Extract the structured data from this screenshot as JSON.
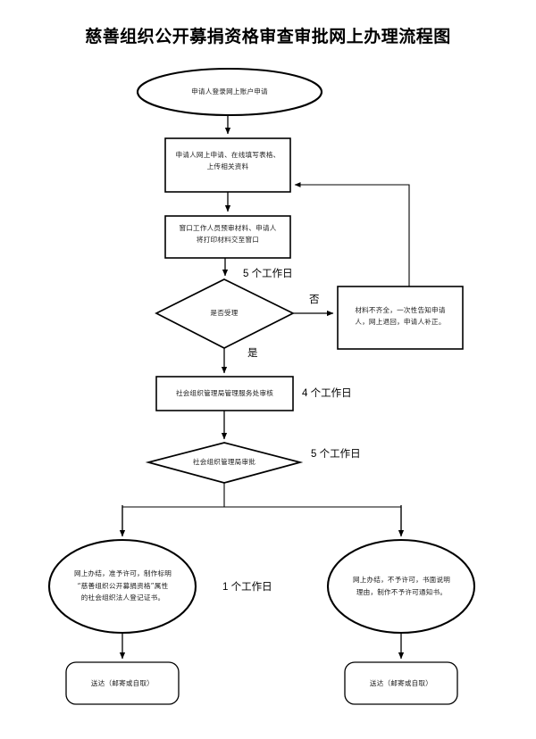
{
  "document": {
    "title": "慈善组织公开募捐资格审查审批网上办理流程图"
  },
  "chart_data": {
    "type": "flowchart",
    "title": "慈善组织公开募捐资格审查审批网上办理流程图",
    "orientation": "top-to-bottom",
    "nodes": [
      {
        "id": "start",
        "shape": "ellipse",
        "label": "申请人登录网上账户申请",
        "lines": [
          "申请人登录网上账户申请"
        ]
      },
      {
        "id": "online-apply",
        "shape": "rectangle",
        "label": "申请人网上申请、在线填写表格、上传相关资料",
        "lines": [
          "申请人网上申请、在线填写表格、",
          "上传相关资料"
        ]
      },
      {
        "id": "window-prereview",
        "shape": "rectangle",
        "label": "窗口工作人员预审材料、申请人将打印材料交至窗口",
        "lines": [
          "窗口工作人员预审材料、申请人",
          "将打印材料交至窗口"
        ]
      },
      {
        "id": "accept-decision",
        "shape": "diamond",
        "label": "是否受理",
        "lines": [
          "是否受理"
        ]
      },
      {
        "id": "incomplete-return",
        "shape": "rectangle",
        "label": "材料不齐全，一次性告知申请人，网上退回，申请人补正。",
        "lines": [
          "材料不齐全，一次性告知申请",
          "人，网上退回，申请人补正。"
        ]
      },
      {
        "id": "bureau-review",
        "shape": "rectangle",
        "label": "社会组织管理局管理服务处审核",
        "lines": [
          "社会组织管理局管理服务处审核"
        ]
      },
      {
        "id": "bureau-approval",
        "shape": "diamond",
        "label": "社会组织管理局审批",
        "lines": [
          "社会组织管理局审批"
        ]
      },
      {
        "id": "approved",
        "shape": "ellipse",
        "label": "网上办结，准予许可，制作标明“慈善组织公开募捐资格”属性的社会组织法人登记证书。",
        "lines": [
          "网上办结，准予许可，制作标明",
          "“慈善组织公开募捐资格”属性",
          "的社会组织法人登记证书。"
        ]
      },
      {
        "id": "rejected",
        "shape": "ellipse",
        "label": "网上办结，不予许可，书面说明理由，制作不予许可通知书。",
        "lines": [
          "网上办结，不予许可，书面说明",
          "理由，制作不予许可通知书。"
        ]
      },
      {
        "id": "deliver-approved",
        "shape": "rounded-rectangle",
        "label": "送达（邮寄或自取）",
        "lines": [
          "送达（邮寄或自取）"
        ]
      },
      {
        "id": "deliver-rejected",
        "shape": "rounded-rectangle",
        "label": "送达（邮寄或自取）",
        "lines": [
          "送达（邮寄或自取）"
        ]
      }
    ],
    "edge_labels": [
      {
        "id": "duration-accept",
        "text": "5 个工作日",
        "from": "window-prereview",
        "to": "accept-decision"
      },
      {
        "id": "branch-no",
        "text": "否",
        "from": "accept-decision",
        "to": "incomplete-return"
      },
      {
        "id": "branch-yes",
        "text": "是",
        "from": "accept-decision",
        "to": "bureau-review"
      },
      {
        "id": "duration-review",
        "text": "4 个工作日",
        "from": "accept-decision",
        "to": "bureau-review"
      },
      {
        "id": "duration-approval",
        "text": "5 个工作日",
        "from": "bureau-review",
        "to": "bureau-approval"
      },
      {
        "id": "duration-deliver",
        "text": "1 个工作日",
        "from": "bureau-approval",
        "to": "deliver-approved"
      }
    ],
    "edges": [
      {
        "from": "start",
        "to": "online-apply"
      },
      {
        "from": "online-apply",
        "to": "window-prereview"
      },
      {
        "from": "window-prereview",
        "to": "accept-decision"
      },
      {
        "from": "accept-decision",
        "to": "incomplete-return",
        "label": "否"
      },
      {
        "from": "accept-decision",
        "to": "bureau-review",
        "label": "是"
      },
      {
        "from": "incomplete-return",
        "to": "online-apply",
        "type": "feedback-loop"
      },
      {
        "from": "bureau-review",
        "to": "bureau-approval"
      },
      {
        "from": "bureau-approval",
        "to": "approved"
      },
      {
        "from": "bureau-approval",
        "to": "rejected"
      },
      {
        "from": "approved",
        "to": "deliver-approved"
      },
      {
        "from": "rejected",
        "to": "deliver-rejected"
      }
    ]
  }
}
